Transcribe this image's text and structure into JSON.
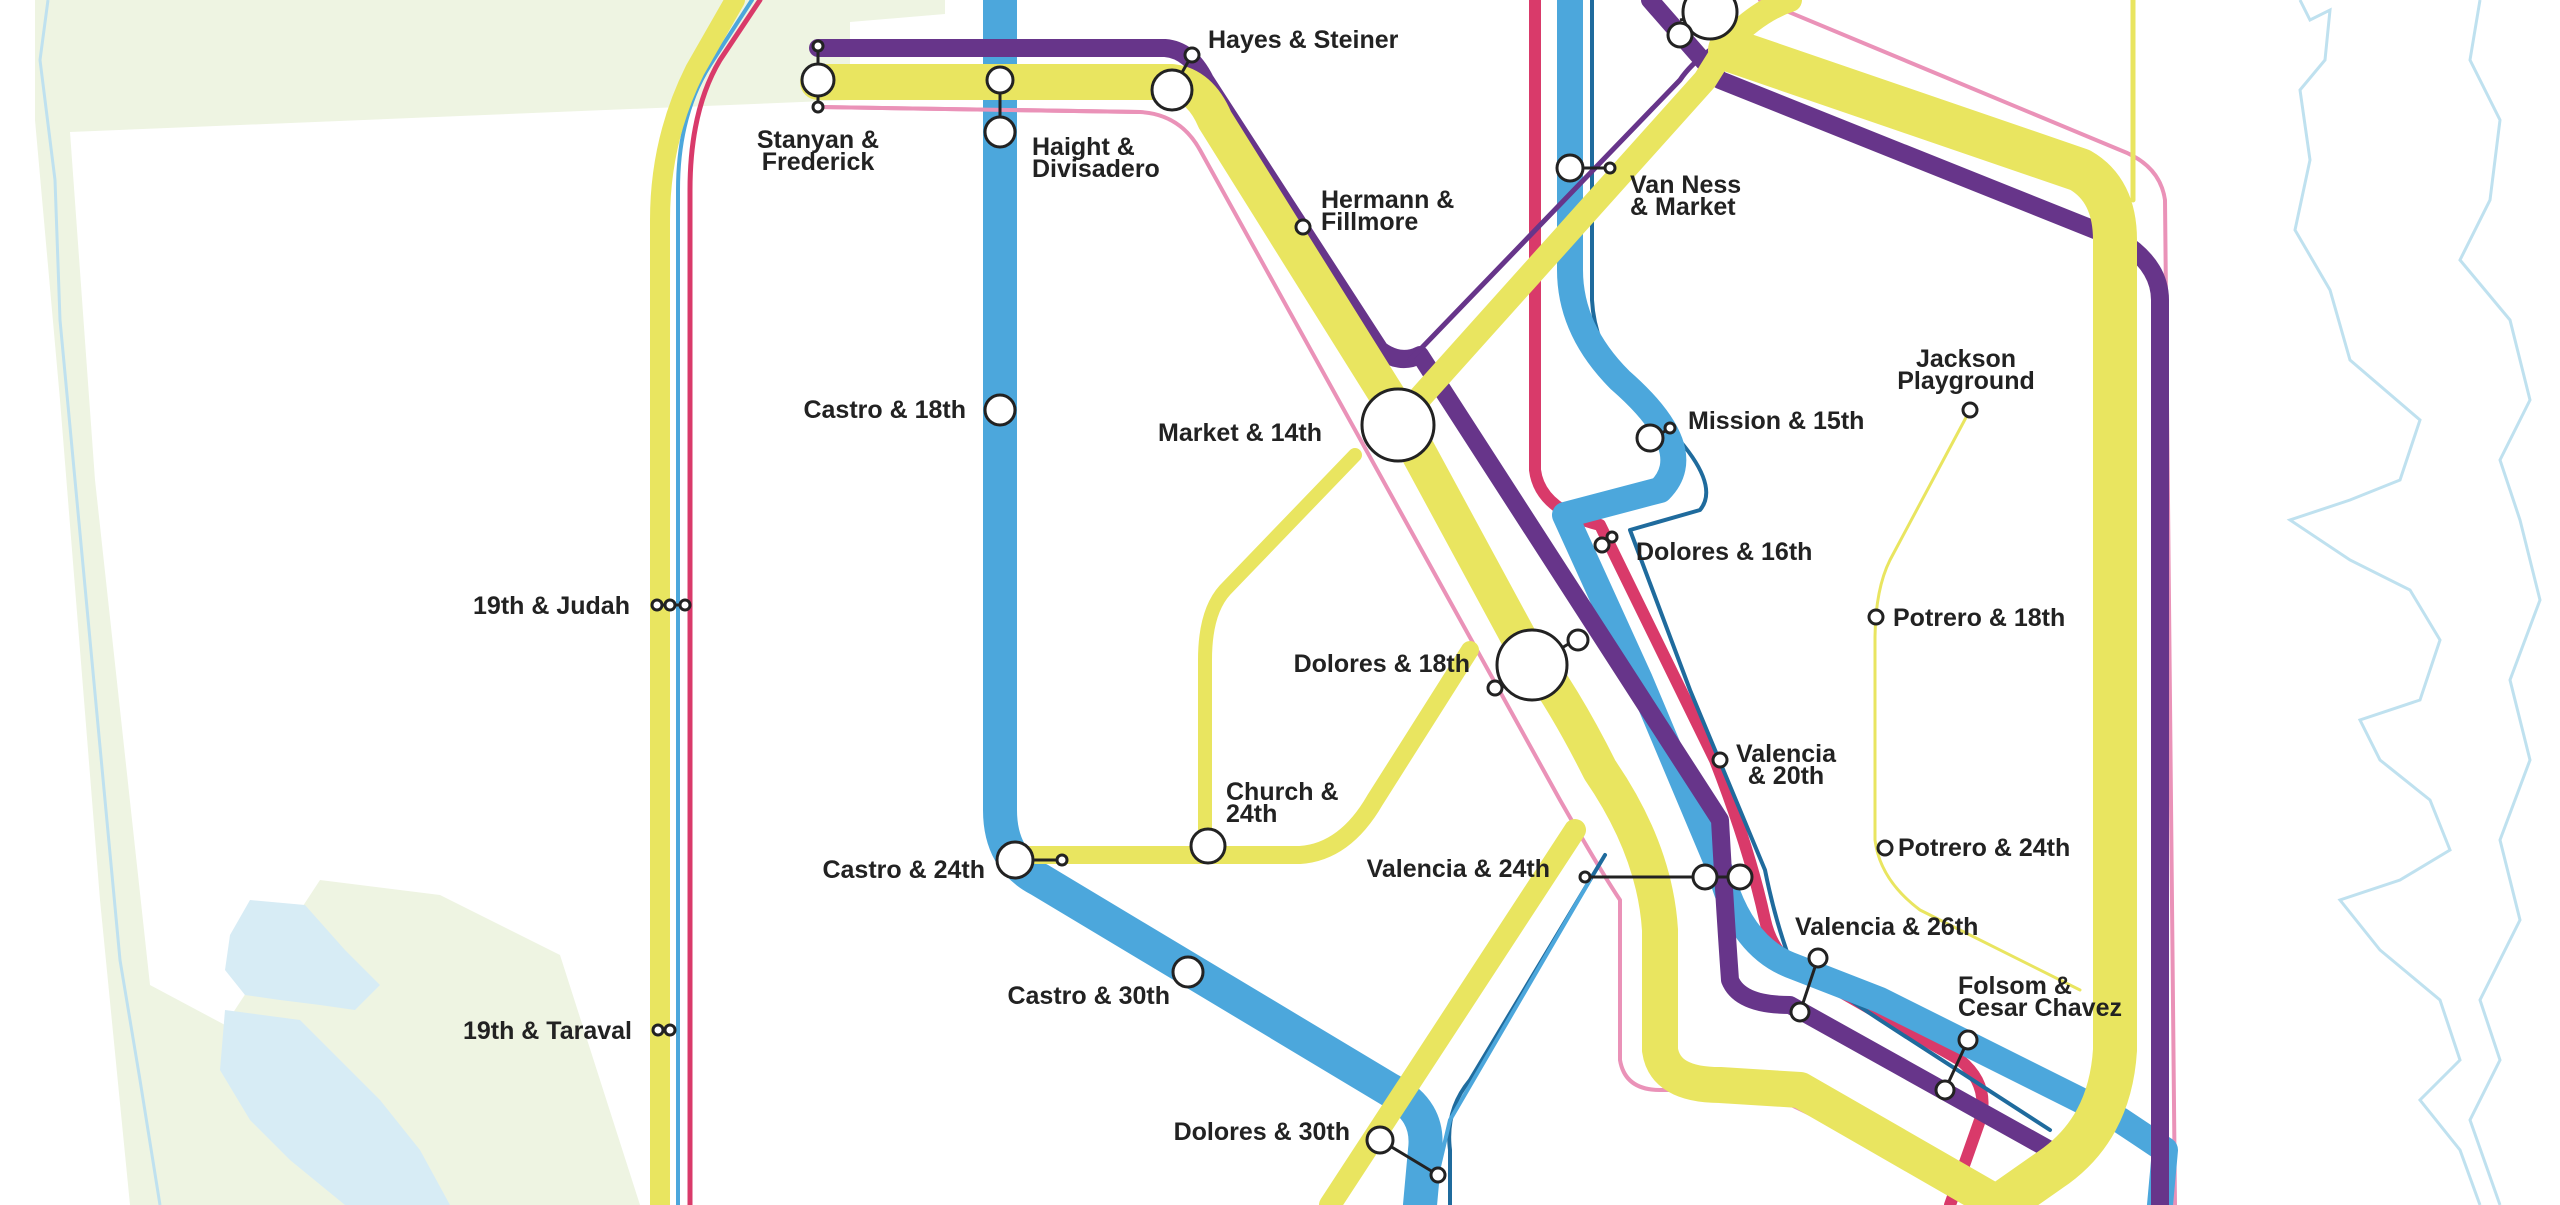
{
  "colors": {
    "yellow": "#e9e560",
    "blue": "#4ca7dc",
    "darkblue": "#1f6b9d",
    "purple": "#67358a",
    "red": "#d93a6a",
    "pink": "#ea92b8",
    "park": "#eef4e2",
    "water": "#d7ecf5",
    "shoreline": "#bfe1ef"
  },
  "stations": [
    {
      "id": "hayes-steiner",
      "label": [
        "Hayes & Steiner"
      ]
    },
    {
      "id": "stanyan-frederick",
      "label": [
        "Stanyan &",
        "Frederick"
      ]
    },
    {
      "id": "haight-divisadero",
      "label": [
        "Haight &",
        "Divisadero"
      ]
    },
    {
      "id": "hermann-fillmore",
      "label": [
        "Hermann &",
        "Fillmore"
      ]
    },
    {
      "id": "van-ness-market",
      "label": [
        "Van Ness",
        "& Market"
      ]
    },
    {
      "id": "castro-18th",
      "label": [
        "Castro & 18th"
      ]
    },
    {
      "id": "market-14th",
      "label": [
        "Market & 14th"
      ]
    },
    {
      "id": "mission-15th",
      "label": [
        "Mission & 15th"
      ]
    },
    {
      "id": "jackson-playground",
      "label": [
        "Jackson",
        "Playground"
      ]
    },
    {
      "id": "dolores-16th",
      "label": [
        "Dolores & 16th"
      ]
    },
    {
      "id": "19th-judah",
      "label": [
        "19th & Judah"
      ]
    },
    {
      "id": "potrero-18th",
      "label": [
        "Potrero & 18th"
      ]
    },
    {
      "id": "dolores-18th",
      "label": [
        "Dolores & 18th"
      ]
    },
    {
      "id": "valencia-20th",
      "label": [
        "Valencia",
        "& 20th"
      ]
    },
    {
      "id": "church-24th",
      "label": [
        "Church &",
        "24th"
      ]
    },
    {
      "id": "potrero-24th",
      "label": [
        "Potrero & 24th"
      ]
    },
    {
      "id": "castro-24th",
      "label": [
        "Castro & 24th"
      ]
    },
    {
      "id": "valencia-24th",
      "label": [
        "Valencia & 24th"
      ]
    },
    {
      "id": "valencia-26th",
      "label": [
        "Valencia & 26th"
      ]
    },
    {
      "id": "folsom-cesar-chavez",
      "label": [
        "Folsom &",
        "Cesar Chavez"
      ]
    },
    {
      "id": "castro-30th",
      "label": [
        "Castro & 30th"
      ]
    },
    {
      "id": "19th-taraval",
      "label": [
        "19th & Taraval"
      ]
    },
    {
      "id": "dolores-30th",
      "label": [
        "Dolores & 30th"
      ]
    }
  ]
}
